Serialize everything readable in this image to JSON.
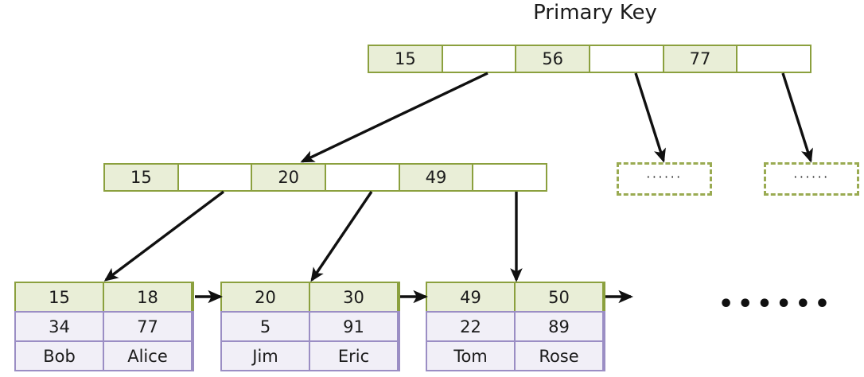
{
  "diagram": {
    "title": "Primary Key",
    "type": "b-plus-tree",
    "ellipsis_label": "......",
    "dashed_label": "······",
    "colors": {
      "key_fill": "#e9eed7",
      "key_border": "#8ba03e",
      "value_fill": "#f1eff7",
      "value_border": "#9b8ec4",
      "pointer_fill": "#ffffff",
      "arrow": "#101010",
      "background": "#ffffff",
      "text": "#1c1c1c"
    }
  },
  "root_node": {
    "name": "root-index-node",
    "cells": [
      {
        "kind": "key",
        "label": "15"
      },
      {
        "kind": "pointer",
        "label": ""
      },
      {
        "kind": "key",
        "label": "56"
      },
      {
        "kind": "pointer",
        "label": ""
      },
      {
        "kind": "key",
        "label": "77"
      },
      {
        "kind": "pointer",
        "label": ""
      }
    ]
  },
  "internal_node": {
    "name": "internal-index-node",
    "cells": [
      {
        "kind": "key",
        "label": "15"
      },
      {
        "kind": "pointer",
        "label": ""
      },
      {
        "kind": "key",
        "label": "20"
      },
      {
        "kind": "pointer",
        "label": ""
      },
      {
        "kind": "key",
        "label": "49"
      },
      {
        "kind": "pointer",
        "label": ""
      }
    ]
  },
  "placeholder_nodes": [
    {
      "name": "placeholder-subtree-1",
      "label": "······"
    },
    {
      "name": "placeholder-subtree-2",
      "label": "······"
    }
  ],
  "leaf_nodes": [
    {
      "name": "leaf-node-1",
      "keys": [
        "15",
        "18"
      ],
      "values": [
        "34",
        "77"
      ],
      "names": [
        "Bob",
        "Alice"
      ]
    },
    {
      "name": "leaf-node-2",
      "keys": [
        "20",
        "30"
      ],
      "values": [
        "5",
        "91"
      ],
      "names": [
        "Jim",
        "Eric"
      ]
    },
    {
      "name": "leaf-node-3",
      "keys": [
        "49",
        "50"
      ],
      "values": [
        "22",
        "89"
      ],
      "names": [
        "Tom",
        "Rose"
      ]
    }
  ],
  "trailing": {
    "label": "••••••"
  }
}
